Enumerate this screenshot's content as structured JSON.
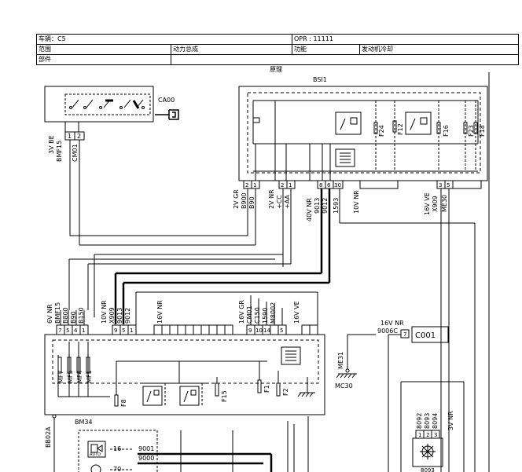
{
  "header": {
    "vehicle": "车辆：C5",
    "opr": "OPR : 11111",
    "scope_label": "范围",
    "scope_value": "动力总成",
    "function_label": "功能",
    "function_value": "发动机冷却",
    "part_label": "部件",
    "subtitle": "原理"
  },
  "labels": {
    "bsi": "BSI1",
    "ca00": "CA00",
    "bm34": "BM34",
    "c001": "C001",
    "mc30": "MC30",
    "me31": "ME31",
    "bb02a": "BB02A",
    "w3v_be": "3V BE",
    "bmf15_top": "BMF15",
    "cm01_top": "CM01",
    "w2v_gr": "2V GR",
    "b900": "B900",
    "b90": "B90",
    "w2v_nr": "2V NR",
    "cc": "+CC",
    "aa": "+AA",
    "w40v_nr": "40V NR",
    "c9013": "9013",
    "c9012": "9012",
    "c1593": "1593",
    "w10v_nr_top": "10V NR",
    "w16v_ve_top": "16V VE",
    "x909_top": "X909",
    "me30": "ME30",
    "f24": "F24",
    "f12": "F12",
    "f16": "F16",
    "f23": "F23",
    "f18": "F18",
    "w6v_nr": "6V NR",
    "bmf15": "BMF15",
    "b800": "B800",
    "b90b": "B90",
    "b150": "B150",
    "w10v_nr": "10V NR",
    "x909": "X909",
    "b9013": "9013",
    "b9012": "9012",
    "w16v_nr": "16V NR",
    "w16v_gr": "16V GR",
    "cm01": "CM01",
    "c150": "C150",
    "c1590": "1590",
    "m8002": "M8002",
    "w16v_ve": "16V VE",
    "mf7": "MF7",
    "mf5": "MF5",
    "mf4": "MF4",
    "mf1": "MF1",
    "f8": "F8",
    "f15": "F15",
    "f1": "F1",
    "f2": "F2",
    "w16v_nr_c": "16V NR",
    "c9006c": "9006C",
    "p7": "7",
    "w3v_nr": "3V NR",
    "c8092": "8092",
    "c8093": "8093",
    "c8094": "8094",
    "c8093b": "8093",
    "c16": "16",
    "c9001": "9001",
    "c9000": "9000",
    "c70": "70",
    "auto": "AUTO"
  },
  "connectors": {
    "ca_pins": [
      "1",
      "2"
    ],
    "bsi_left": [
      "2",
      "1",
      "2",
      "1"
    ],
    "bsi_mid": [
      "8",
      "6",
      "30"
    ],
    "bsi_right": [
      "3",
      "5"
    ],
    "bm_left": [
      "7",
      "5",
      "4",
      "1"
    ],
    "bm_mid": [
      "9",
      "5",
      "1"
    ],
    "bm_right": [
      "9",
      "10",
      "14",
      "5"
    ],
    "right_pins": [
      "1",
      "2",
      "3"
    ]
  }
}
